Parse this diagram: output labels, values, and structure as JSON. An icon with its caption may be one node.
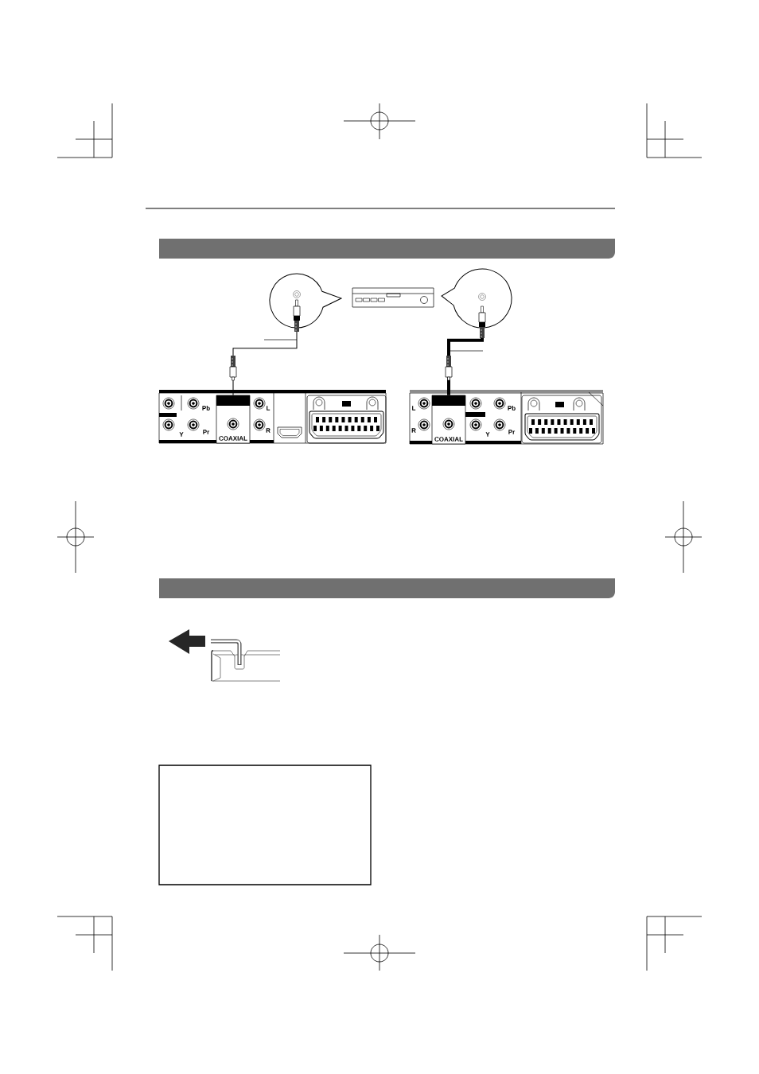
{
  "diagram": {
    "nodes": [
      {
        "text": [],
        "shape": "bar"
      },
      {
        "text": [],
        "shape": "circle"
      },
      {
        "text": [],
        "shape": "circle"
      },
      {
        "text": [],
        "shape": "picture"
      },
      {
        "text": [
          "COAXIAL"
        ],
        "in": 3
      },
      {
        "text": [],
        "shape": "picture"
      },
      {
        "text": [
          "COAXIAL"
        ],
        "in": 5
      },
      {
        "text": [],
        "shape": "bar"
      },
      {
        "text": [],
        "shape": "box"
      }
    ],
    "edges": [
      {
        "from": 4,
        "to": 1,
        "arrow": "other"
      },
      {
        "from": 6,
        "to": 2,
        "arrow": "other",
        "style": "thick"
      }
    ],
    "labels": [
      "Pb",
      "L",
      "Y",
      "Pr",
      "R",
      "L",
      "Pb",
      "R",
      "Y",
      "Pr"
    ]
  }
}
